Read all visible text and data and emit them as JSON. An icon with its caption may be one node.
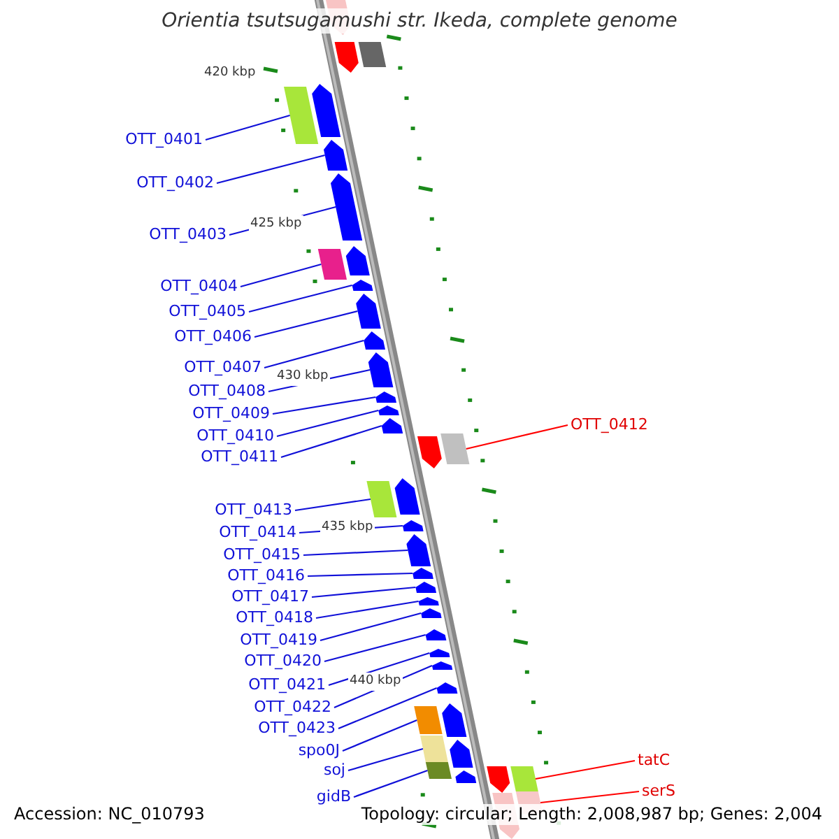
{
  "diagram": {
    "title": "Orientia tsutsugamushi str. Ikeda, complete genome",
    "nodes": [
      {
        "text": [
          "OTT_0401"
        ]
      },
      {
        "text": [
          "OTT_0402"
        ]
      },
      {
        "text": [
          "OTT_0403"
        ]
      },
      {
        "text": [
          "OTT_0404"
        ]
      },
      {
        "text": [
          "OTT_0405"
        ]
      },
      {
        "text": [
          "OTT_0406"
        ]
      },
      {
        "text": [
          "OTT_0407"
        ]
      },
      {
        "text": [
          "OTT_0408"
        ]
      },
      {
        "text": [
          "OTT_0409"
        ]
      },
      {
        "text": [
          "OTT_0410"
        ]
      },
      {
        "text": [
          "OTT_0411"
        ]
      },
      {
        "text": [
          "OTT_0413"
        ]
      },
      {
        "text": [
          "OTT_0414"
        ]
      },
      {
        "text": [
          "OTT_0415"
        ]
      },
      {
        "text": [
          "OTT_0416"
        ]
      },
      {
        "text": [
          "OTT_0417"
        ]
      },
      {
        "text": [
          "OTT_0418"
        ]
      },
      {
        "text": [
          "OTT_0419"
        ]
      },
      {
        "text": [
          "OTT_0420"
        ]
      },
      {
        "text": [
          "OTT_0421"
        ]
      },
      {
        "text": [
          "OTT_0422"
        ]
      },
      {
        "text": [
          "OTT_0423"
        ]
      },
      {
        "text": [
          "spo0J"
        ]
      },
      {
        "text": [
          "soj"
        ]
      },
      {
        "text": [
          "gidB"
        ]
      },
      {
        "text": [
          "OTT_0412"
        ]
      },
      {
        "text": [
          "tatC"
        ]
      },
      {
        "text": [
          "serS"
        ]
      },
      {
        "text": [],
        "shape": "box"
      },
      {
        "text": [],
        "shape": "arrow"
      },
      {
        "text": [],
        "shape": "arrow"
      },
      {
        "text": [],
        "shape": "box"
      },
      {
        "text": [],
        "shape": "arrow"
      },
      {
        "text": [],
        "shape": "arrow"
      },
      {
        "text": [],
        "shape": "arrow"
      },
      {
        "text": [],
        "shape": "arrow"
      },
      {
        "text": [],
        "shape": "arrow"
      },
      {
        "text": [],
        "shape": "arrow"
      },
      {
        "text": [],
        "shape": "arrow"
      },
      {
        "text": [],
        "shape": "box"
      },
      {
        "text": [],
        "shape": "box"
      },
      {
        "text": [],
        "shape": "arrow"
      },
      {
        "text": [],
        "shape": "arrow"
      },
      {
        "text": [],
        "shape": "arrow"
      },
      {
        "text": [],
        "shape": "arrow"
      },
      {
        "text": [],
        "shape": "arrow"
      },
      {
        "text": [],
        "shape": "arrow"
      },
      {
        "text": [],
        "shape": "arrow"
      },
      {
        "text": [],
        "shape": "arrow"
      },
      {
        "text": [],
        "shape": "arrow"
      },
      {
        "text": [],
        "shape": "arrow"
      },
      {
        "text": [],
        "shape": "box"
      },
      {
        "text": [],
        "shape": "box"
      },
      {
        "text": [],
        "shape": "box"
      },
      {
        "text": [],
        "shape": "box"
      },
      {
        "text": [],
        "shape": "box"
      },
      {
        "text": [],
        "shape": "arrow"
      },
      {
        "text": [],
        "shape": "arrow"
      },
      {
        "text": [],
        "shape": "box"
      },
      {
        "text": [],
        "shape": "arrow"
      },
      {
        "text": [],
        "shape": "arrow"
      },
      {
        "text": [],
        "shape": "arrow"
      },
      {
        "text": [],
        "shape": "arrow"
      },
      {
        "text": [],
        "shape": "arrow"
      },
      {
        "text": [],
        "shape": "arrow"
      },
      {
        "text": [],
        "shape": "arrow"
      },
      {
        "text": [],
        "shape": "arrow"
      },
      {
        "text": [],
        "shape": "arrow"
      }
    ],
    "edges": [
      {
        "from": 0,
        "to": 28,
        "arrow": "none"
      },
      {
        "from": 1,
        "to": 29,
        "arrow": "none"
      },
      {
        "from": 2,
        "to": 30,
        "arrow": "none"
      },
      {
        "from": 3,
        "to": 31,
        "arrow": "none"
      },
      {
        "from": 4,
        "to": 32,
        "arrow": "none"
      },
      {
        "from": 5,
        "to": 33,
        "arrow": "none"
      },
      {
        "from": 6,
        "to": 34,
        "arrow": "none"
      },
      {
        "from": 7,
        "to": 35,
        "arrow": "none"
      },
      {
        "from": 8,
        "to": 36,
        "arrow": "none"
      },
      {
        "from": 9,
        "to": 37,
        "arrow": "none"
      },
      {
        "from": 10,
        "to": 38,
        "arrow": "none"
      },
      {
        "from": 11,
        "to": 40,
        "arrow": "none"
      },
      {
        "from": 12,
        "to": 41,
        "arrow": "none"
      },
      {
        "from": 13,
        "to": 42,
        "arrow": "none"
      },
      {
        "from": 14,
        "to": 43,
        "arrow": "none"
      },
      {
        "from": 15,
        "to": 44,
        "arrow": "none"
      },
      {
        "from": 16,
        "to": 45,
        "arrow": "none"
      },
      {
        "from": 17,
        "to": 46,
        "arrow": "none"
      },
      {
        "from": 18,
        "to": 47,
        "arrow": "none"
      },
      {
        "from": 19,
        "to": 48,
        "arrow": "none"
      },
      {
        "from": 20,
        "to": 49,
        "arrow": "none"
      },
      {
        "from": 21,
        "to": 50,
        "arrow": "none"
      },
      {
        "from": 22,
        "to": 51,
        "arrow": "none"
      },
      {
        "from": 23,
        "to": 52,
        "arrow": "none"
      },
      {
        "from": 24,
        "to": 53,
        "arrow": "none"
      },
      {
        "from": 39,
        "to": 25,
        "arrow": "none",
        "color": "#ff0000"
      },
      {
        "from": 54,
        "to": 26,
        "arrow": "none",
        "color": "#ff0000"
      },
      {
        "from": 55,
        "to": 27,
        "arrow": "none",
        "color": "#ff0000"
      }
    ],
    "labels": [
      "420 kbp",
      "425 kbp",
      "430 kbp",
      "435 kbp",
      "440 kbp",
      "Accession: NC_010793",
      "Topology: circular; Length: 2,008,987 bp; Genes: 2,004"
    ]
  }
}
